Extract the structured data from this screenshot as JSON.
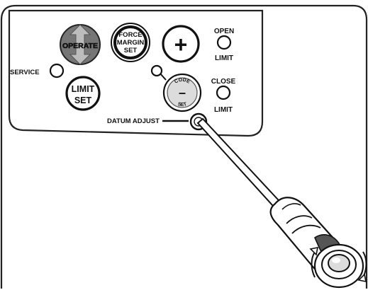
{
  "panel": {
    "operate_label": "OPERATE",
    "force_margin_label": [
      "FORCE",
      "MARGIN",
      "SET"
    ],
    "plus_symbol": "+",
    "open_label": "OPEN",
    "open_limit_label": "LIMIT",
    "service_label": "SERVICE",
    "limit_set_label": [
      "LIMIT",
      "SET"
    ],
    "code_set": {
      "top": "CODE",
      "symbol": "–",
      "bottom": "SET"
    },
    "close_label": "CLOSE",
    "close_limit_label": "LIMIT",
    "datum_adjust_label": "DATUM ADJUST"
  },
  "icons": [
    "up-down-arrow-icon",
    "plus-icon",
    "minus-icon",
    "screwdriver-icon"
  ]
}
